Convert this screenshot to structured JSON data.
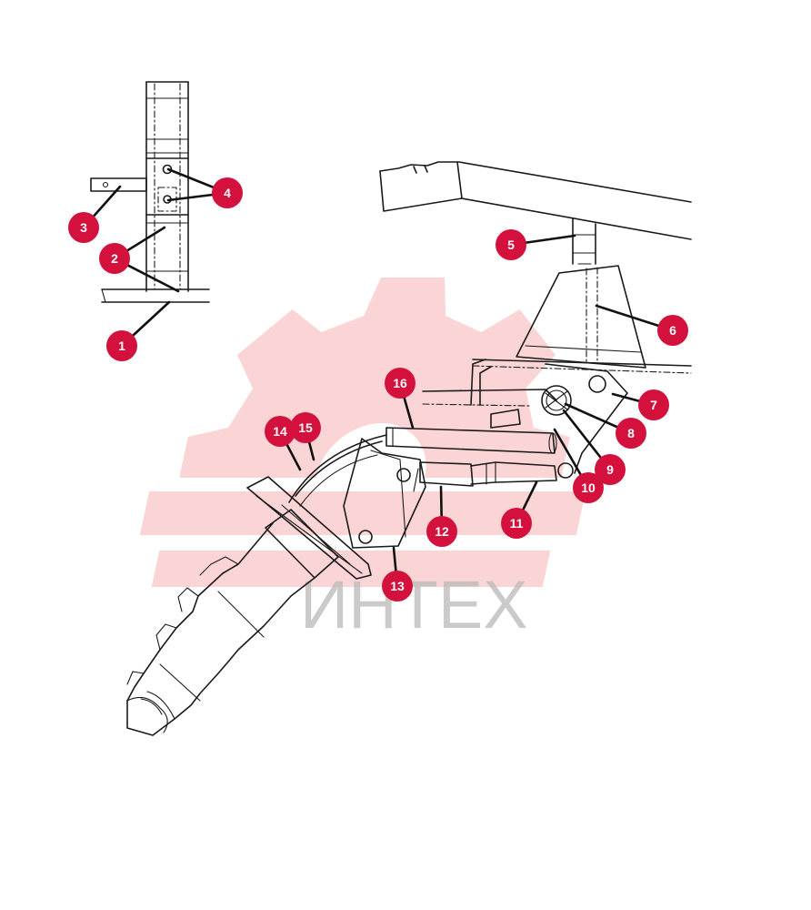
{
  "watermark": {
    "text": "ИНТЕХ",
    "color": "#f08080"
  },
  "badge_color": "#d4103c",
  "callouts": [
    {
      "id": "callout-1",
      "label": "1"
    },
    {
      "id": "callout-2",
      "label": "2"
    },
    {
      "id": "callout-3",
      "label": "3"
    },
    {
      "id": "callout-4",
      "label": "4"
    },
    {
      "id": "callout-5",
      "label": "5"
    },
    {
      "id": "callout-6",
      "label": "6"
    },
    {
      "id": "callout-7",
      "label": "7"
    },
    {
      "id": "callout-8",
      "label": "8"
    },
    {
      "id": "callout-9",
      "label": "9"
    },
    {
      "id": "callout-10",
      "label": "10"
    },
    {
      "id": "callout-11",
      "label": "11"
    },
    {
      "id": "callout-12",
      "label": "12"
    },
    {
      "id": "callout-13",
      "label": "13"
    },
    {
      "id": "callout-14",
      "label": "14"
    },
    {
      "id": "callout-15",
      "label": "15"
    },
    {
      "id": "callout-16",
      "label": "16"
    }
  ]
}
